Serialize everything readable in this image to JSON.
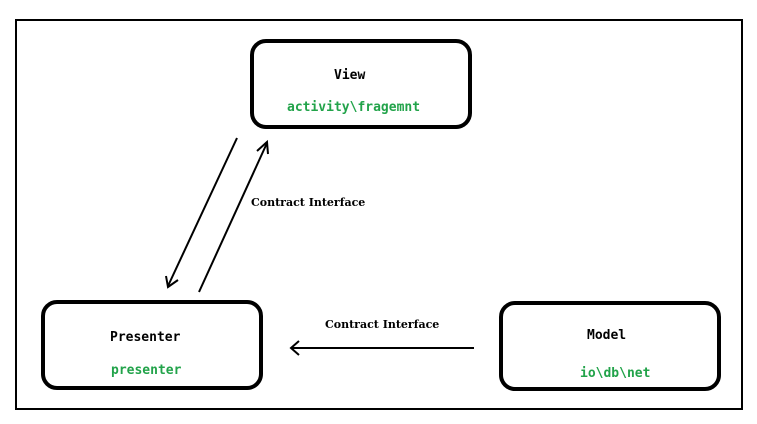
{
  "nodes": {
    "view": {
      "title": "View",
      "subtitle": "activity\\fragemnt"
    },
    "presenter": {
      "title": "Presenter",
      "subtitle": "presenter"
    },
    "model": {
      "title": "Model",
      "subtitle": "io\\db\\net"
    }
  },
  "edges": {
    "view_presenter": {
      "label": "Contract Interface"
    },
    "model_presenter": {
      "label": "Contract Interface"
    }
  },
  "colors": {
    "stroke": "#000000",
    "subtitle": "#22a34a",
    "background": "#ffffff"
  }
}
